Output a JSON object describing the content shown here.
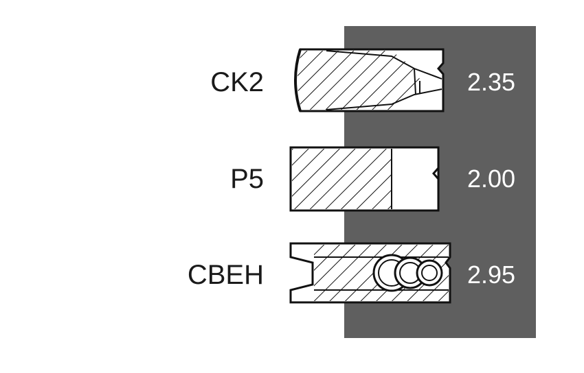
{
  "rings": [
    {
      "code": "CK2",
      "width": "2.35"
    },
    {
      "code": "P5",
      "width": "2.00"
    },
    {
      "code": "CBEH",
      "width": "2.95"
    }
  ],
  "colors": {
    "panel": "#5f5f5f",
    "outline": "#111111",
    "value_text": "#ffffff"
  }
}
